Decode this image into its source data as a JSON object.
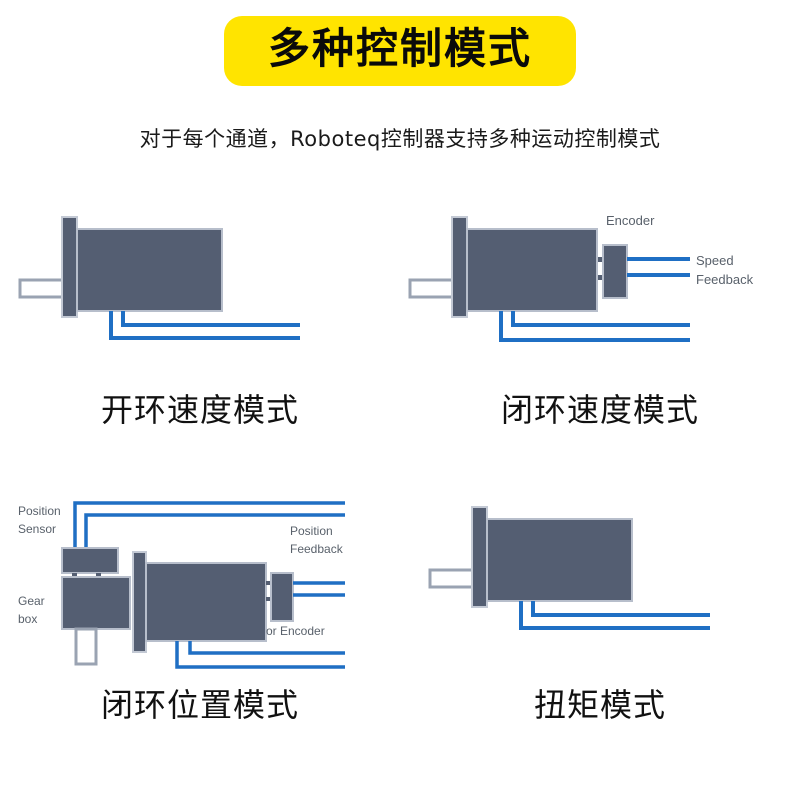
{
  "header": {
    "banner_title": "多种控制模式",
    "subtitle": "对于每个通道，Roboteq控制器支持多种运动控制模式"
  },
  "colors": {
    "banner_bg": "#FFE400",
    "banner_text": "#0A0A0A",
    "motor_body": "#545E72",
    "motor_outline": "#9AA3B2",
    "wire_blue": "#1F6FC4",
    "label_gray": "#59616B",
    "page_bg": "#FFFFFF"
  },
  "modes": [
    {
      "id": "open-loop-speed",
      "caption": "开环速度模式",
      "diagram": "motor-plain",
      "labels": []
    },
    {
      "id": "closed-loop-speed",
      "caption": "闭环速度模式",
      "diagram": "motor-encoder",
      "labels": [
        "Encoder",
        "Speed",
        "Feedback"
      ]
    },
    {
      "id": "closed-loop-position",
      "caption": "闭环位置模式",
      "diagram": "motor-gearbox-sensor",
      "labels": [
        "Position",
        "Sensor",
        "Gear",
        "box",
        "Position",
        "Feedback",
        "or Encoder"
      ]
    },
    {
      "id": "torque",
      "caption": "扭矩模式",
      "diagram": "motor-plain",
      "labels": []
    }
  ],
  "diagram_labels": {
    "encoder": "Encoder",
    "speed": "Speed",
    "feedback": "Feedback",
    "position": "Position",
    "sensor": "Sensor",
    "gear": "Gear",
    "box": "box",
    "position2": "Position",
    "feedback2": "Feedback",
    "or_encoder": "or Encoder"
  }
}
